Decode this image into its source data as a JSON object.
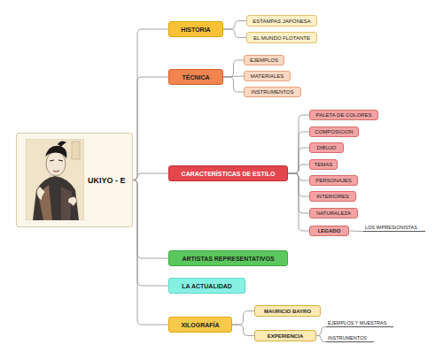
{
  "diagram": {
    "nodes": [
      {
        "text": [
          "UKIYO - E"
        ]
      },
      {
        "text": [
          "HISTORIA"
        ]
      },
      {
        "text": [
          "ESTAMPAS JAPONESA"
        ]
      },
      {
        "text": [
          "EL MUNDO FLOTANTE"
        ]
      },
      {
        "text": [
          "TÉCNICA"
        ]
      },
      {
        "text": [
          "EJEMPLOS"
        ]
      },
      {
        "text": [
          "MATERIALES"
        ]
      },
      {
        "text": [
          "INSTRUMENTOS"
        ]
      },
      {
        "text": [
          "CARACTERÍSTICAS DE ESTILO"
        ]
      },
      {
        "text": [
          "PALETA DE COLORES"
        ]
      },
      {
        "text": [
          "COMPOSICION"
        ]
      },
      {
        "text": [
          "DIBUJO"
        ]
      },
      {
        "text": [
          "TEMAS"
        ]
      },
      {
        "text": [
          "PERSONAJES"
        ]
      },
      {
        "text": [
          "INTERIORES"
        ]
      },
      {
        "text": [
          "NATURALEZA"
        ]
      },
      {
        "text": [
          "LEGADO"
        ]
      },
      {
        "text": [
          "LOS IMPRESIONISTAS"
        ]
      },
      {
        "text": [
          "ARTISTAS REPRESENTATIVOS"
        ]
      },
      {
        "text": [
          "LA ACTUALIDAD"
        ]
      },
      {
        "text": [
          "XILOGRAFÍA"
        ]
      },
      {
        "text": [
          "MAURICIO BAYRO"
        ]
      },
      {
        "text": [
          "EXPERIENCIA"
        ]
      },
      {
        "text": [
          "EJEMPLOS Y MUESTRAS"
        ]
      },
      {
        "text": [
          "INSTRUMENTOS"
        ]
      }
    ],
    "edges": [
      {
        "from": 0,
        "to": 1,
        "arrow": "none"
      },
      {
        "from": 1,
        "to": 2,
        "arrow": "none"
      },
      {
        "from": 1,
        "to": 3,
        "arrow": "none"
      },
      {
        "from": 0,
        "to": 4,
        "arrow": "none"
      },
      {
        "from": 4,
        "to": 5,
        "arrow": "none"
      },
      {
        "from": 4,
        "to": 6,
        "arrow": "none"
      },
      {
        "from": 4,
        "to": 7,
        "arrow": "none"
      },
      {
        "from": 0,
        "to": 8,
        "arrow": "none"
      },
      {
        "from": 8,
        "to": 9,
        "arrow": "none"
      },
      {
        "from": 8,
        "to": 10,
        "arrow": "none"
      },
      {
        "from": 8,
        "to": 11,
        "arrow": "none"
      },
      {
        "from": 8,
        "to": 12,
        "arrow": "none"
      },
      {
        "from": 8,
        "to": 13,
        "arrow": "none"
      },
      {
        "from": 8,
        "to": 14,
        "arrow": "none"
      },
      {
        "from": 8,
        "to": 15,
        "arrow": "none"
      },
      {
        "from": 8,
        "to": 16,
        "arrow": "none"
      },
      {
        "from": 16,
        "to": 17,
        "arrow": "none"
      },
      {
        "from": 0,
        "to": 18,
        "arrow": "none"
      },
      {
        "from": 0,
        "to": 19,
        "arrow": "none"
      },
      {
        "from": 0,
        "to": 20,
        "arrow": "none"
      },
      {
        "from": 20,
        "to": 21,
        "arrow": "none"
      },
      {
        "from": 20,
        "to": 22,
        "arrow": "none"
      },
      {
        "from": 22,
        "to": 23,
        "arrow": "none"
      },
      {
        "from": 22,
        "to": 24,
        "arrow": "none"
      }
    ]
  }
}
